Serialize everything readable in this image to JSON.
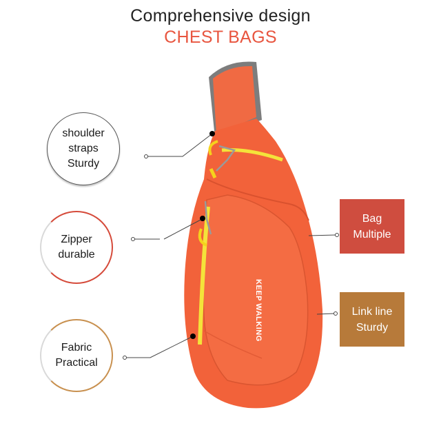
{
  "header": {
    "title": "Comprehensive design",
    "subtitle": "CHEST BAGS"
  },
  "colors": {
    "subtitle": "#e8553f",
    "bag_body": "#f2623a",
    "zipper": "#f4e33a",
    "strap_edge": "#7d7d7d",
    "box_multiple": "#cf4d3f",
    "box_link_line": "#b77a3a"
  },
  "features_left": [
    {
      "line1": "shoulder",
      "line2": "straps",
      "line3": "Sturdy"
    },
    {
      "line1": "Zipper",
      "line2": "durable"
    },
    {
      "line1": "Fabric",
      "line2": "Practical"
    }
  ],
  "features_right": [
    {
      "line1": "Bag",
      "line2": "Multiple"
    },
    {
      "line1": "Link line",
      "line2": "Sturdy"
    }
  ],
  "bag": {
    "print_text": "KEEP WALKING"
  }
}
